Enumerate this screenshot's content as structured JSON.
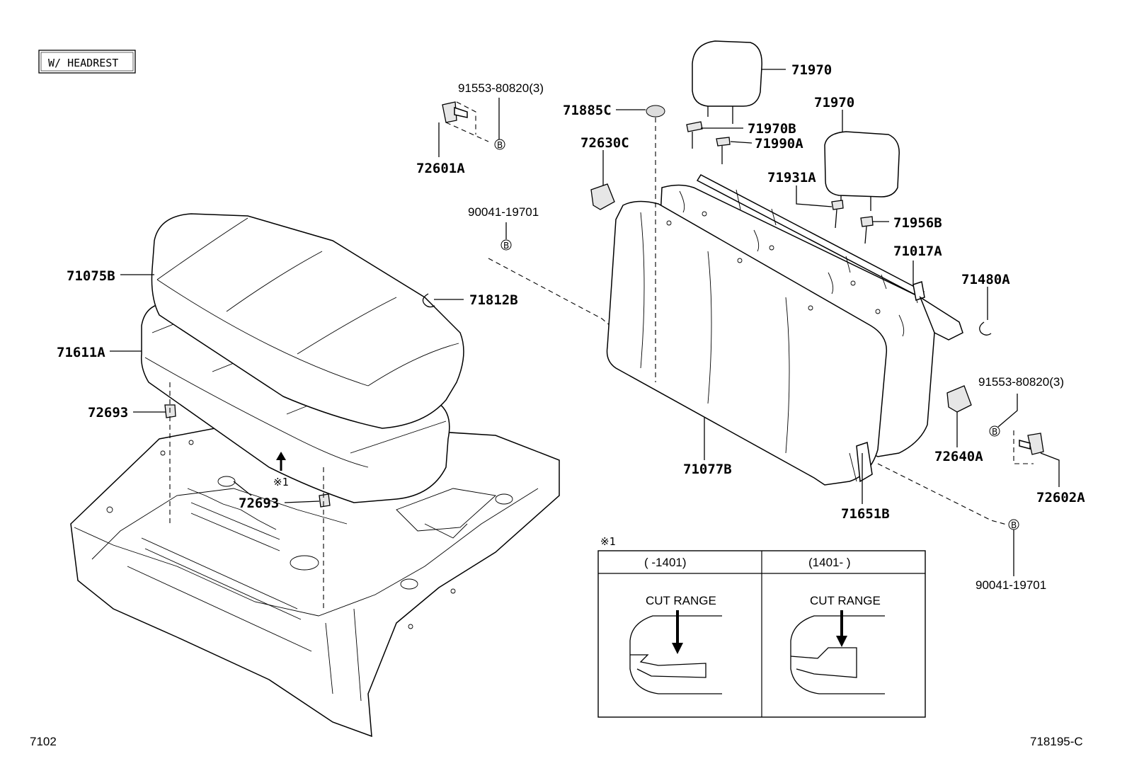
{
  "header": {
    "variant_box": "W/ HEADREST"
  },
  "labels": {
    "p71970_a": "71970",
    "p71970_b": "71970",
    "p71885C": "71885C",
    "p71970B": "71970B",
    "p71990A": "71990A",
    "p72630C": "72630C",
    "p71931A": "71931A",
    "p71956B": "71956B",
    "p71017A": "71017A",
    "p71480A": "71480A",
    "p91553_top": "91553-80820(3)",
    "p72601A": "72601A",
    "p90041_top": "90041-19701",
    "p71075B": "71075B",
    "p71812B": "71812B",
    "p71611A": "71611A",
    "p72693_a": "72693",
    "p72693_b": "72693",
    "p91553_right": "91553-80820(3)",
    "p72640A": "72640A",
    "p72602A": "72602A",
    "p71077B": "71077B",
    "p71651B": "71651B",
    "p90041_bottom": "90041-19701",
    "ref_mark": "※1"
  },
  "callout_letter": "B",
  "inset": {
    "mark": "※1",
    "col_left_header": "(    -1401)",
    "col_right_header": "(1401-    )",
    "cut_range_left": "CUT RANGE",
    "cut_range_right": "CUT RANGE"
  },
  "footer": {
    "left_code": "7102",
    "right_code": "718195-C"
  }
}
